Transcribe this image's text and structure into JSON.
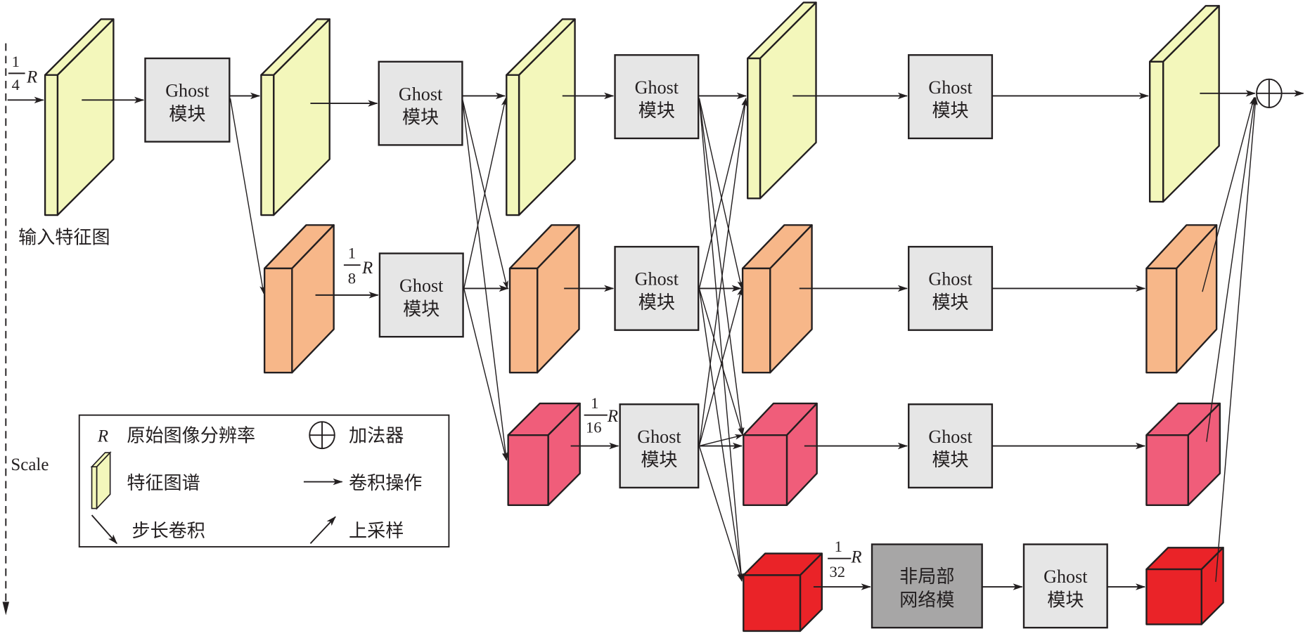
{
  "colors": {
    "yellow": "#f3f7bb",
    "orange": "#f7b789",
    "pink": "#f05d7a",
    "red": "#ea2328",
    "ghost_box": "#e6e6e6",
    "nonlocal_box": "#a7a6a6",
    "stroke": "#231f20"
  },
  "scale_axis": {
    "label": "Scale"
  },
  "input": {
    "label": "输入特征图"
  },
  "resolutions": {
    "r4": {
      "num": "1",
      "den": "4",
      "var": "R"
    },
    "r8": {
      "num": "1",
      "den": "8",
      "var": "R"
    },
    "r16": {
      "num": "1",
      "den": "16",
      "var": "R"
    },
    "r32": {
      "num": "1",
      "den": "32",
      "var": "R"
    }
  },
  "ghost_module": {
    "line1": "Ghost",
    "line2": "模块"
  },
  "nonlocal_module": {
    "line1": "非局部",
    "line2": "网络模"
  },
  "legend": {
    "r_symbol": "R",
    "r_label": "原始图像分辨率",
    "adder_label": "加法器",
    "feature_map_label": "特征图谱",
    "conv_label": "卷积操作",
    "stride_conv_label": "步长卷积",
    "upsample_label": "上采样"
  }
}
